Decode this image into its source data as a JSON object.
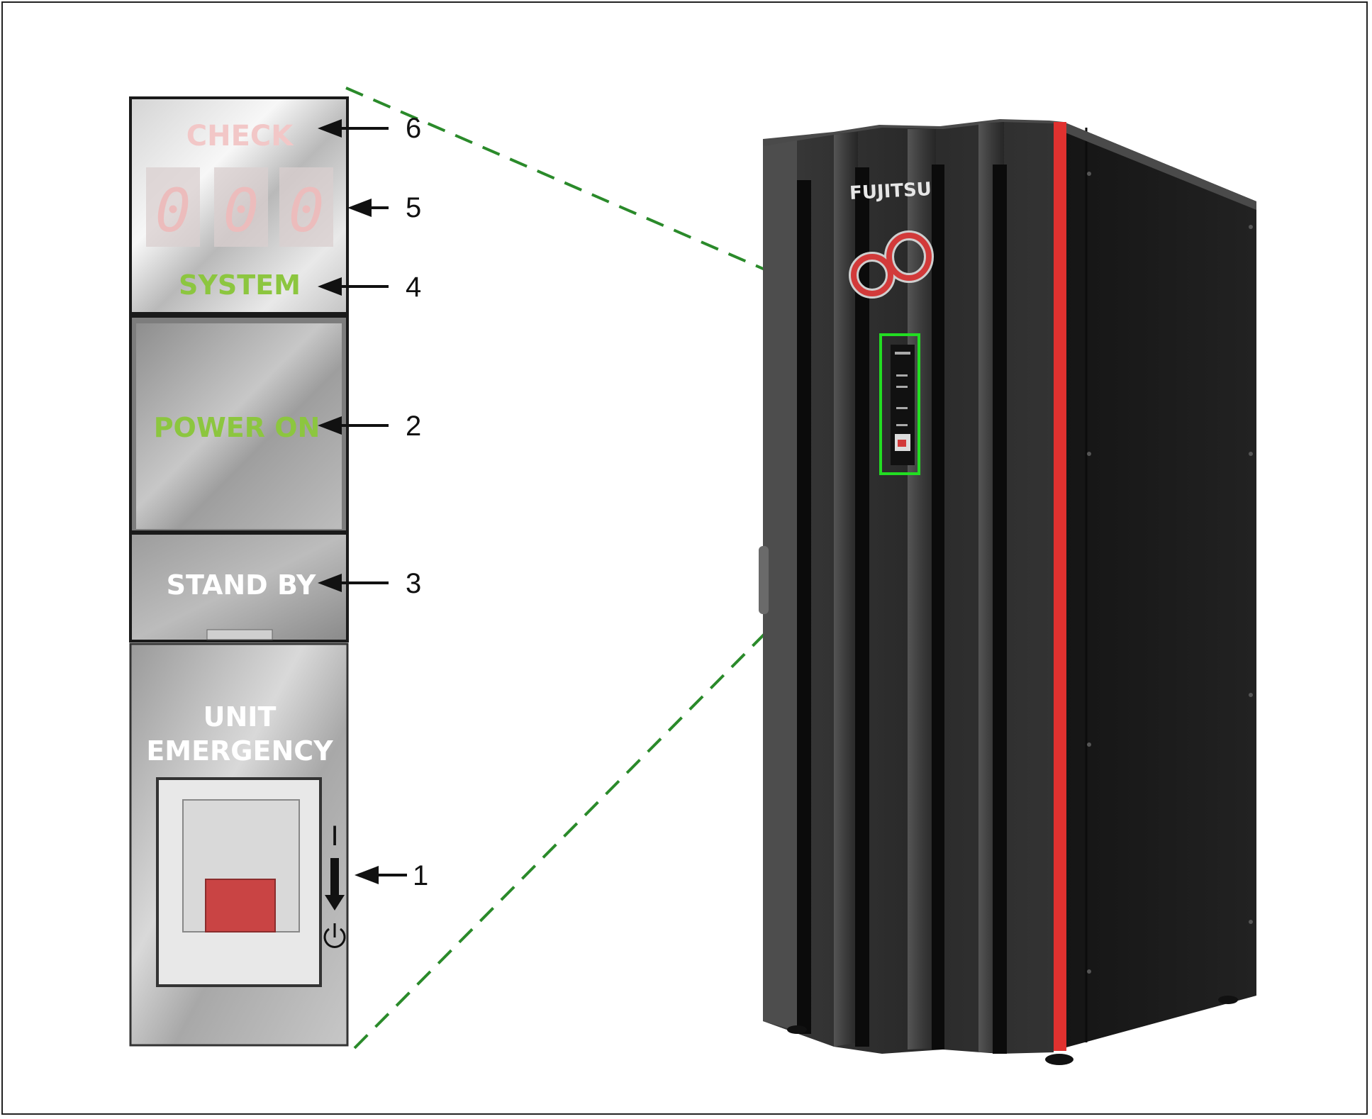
{
  "panel": {
    "check_label": "CHECK",
    "display_digits": [
      "0",
      "0",
      "0"
    ],
    "system_label": "SYSTEM",
    "power_on_label": "POWER ON",
    "stand_by_label": "STAND BY",
    "unit_emergency_line1": "UNIT",
    "unit_emergency_line2": "EMERGENCY",
    "switch_on_symbol": "I",
    "switch_power_icon": "power-standby-icon"
  },
  "callouts": [
    {
      "number": "6",
      "target": "CHECK"
    },
    {
      "number": "5",
      "target": "display"
    },
    {
      "number": "4",
      "target": "SYSTEM"
    },
    {
      "number": "2",
      "target": "POWER ON"
    },
    {
      "number": "3",
      "target": "STAND BY"
    },
    {
      "number": "1",
      "target": "UNIT EMERGENCY switch"
    }
  ],
  "server": {
    "brand_text": "FUJITSU",
    "logo_icon": "fujitsu-infinity-logo",
    "accent_color": "#e0312f",
    "body_color": "#2b2b2b"
  },
  "colors": {
    "green_label": "#8cc63f",
    "check_red_faint": "#f2c7c7",
    "highlight_box": "#22dd22",
    "dashed_line": "#2a8a2a",
    "button_red": "#c94444"
  }
}
